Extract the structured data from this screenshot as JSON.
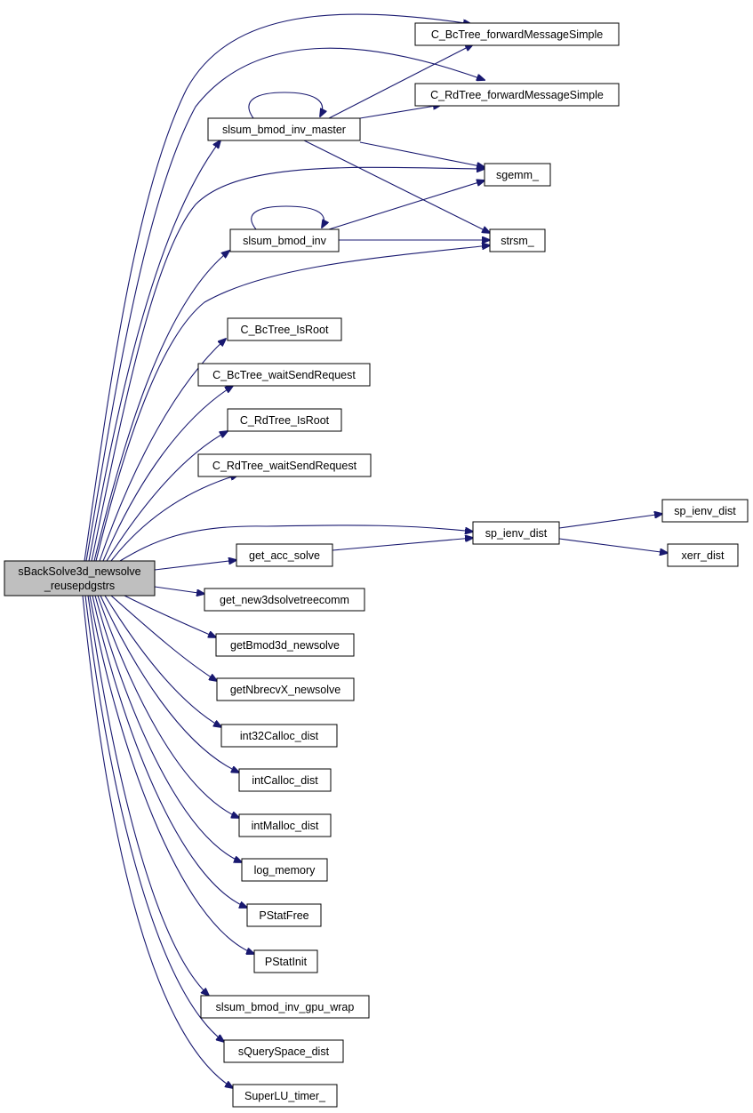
{
  "root": {
    "line1": "sBackSolve3d_newsolve",
    "line2": "_reusepdgstrs"
  },
  "nodes": {
    "C_BcTree_forwardMessageSimple": "C_BcTree_forwardMessageSimple",
    "C_RdTree_forwardMessageSimple": "C_RdTree_forwardMessageSimple",
    "slsum_bmod_inv_master": "slsum_bmod_inv_master",
    "sgemm_": "sgemm_",
    "slsum_bmod_inv": "slsum_bmod_inv",
    "strsm_": "strsm_",
    "C_BcTree_IsRoot": "C_BcTree_IsRoot",
    "C_BcTree_waitSendRequest": "C_BcTree_waitSendRequest",
    "C_RdTree_IsRoot": "C_RdTree_IsRoot",
    "C_RdTree_waitSendRequest": "C_RdTree_waitSendRequest",
    "sp_ienv_dist_mid": "sp_ienv_dist",
    "sp_ienv_dist_right": "sp_ienv_dist",
    "xerr_dist": "xerr_dist",
    "get_acc_solve": "get_acc_solve",
    "get_new3dsolvetreecomm": "get_new3dsolvetreecomm",
    "getBmod3d_newsolve": "getBmod3d_newsolve",
    "getNbrecvX_newsolve": "getNbrecvX_newsolve",
    "int32Calloc_dist": "int32Calloc_dist",
    "intCalloc_dist": "intCalloc_dist",
    "intMalloc_dist": "intMalloc_dist",
    "log_memory": "log_memory",
    "PStatFree": "PStatFree",
    "PStatInit": "PStatInit",
    "slsum_bmod_inv_gpu_wrap": "slsum_bmod_inv_gpu_wrap",
    "sQuerySpace_dist": "sQuerySpace_dist",
    "SuperLU_timer_": "SuperLU_timer_"
  },
  "edges": [
    [
      "root",
      "C_BcTree_forwardMessageSimple"
    ],
    [
      "root",
      "C_RdTree_forwardMessageSimple"
    ],
    [
      "root",
      "slsum_bmod_inv_master"
    ],
    [
      "root",
      "sgemm_"
    ],
    [
      "root",
      "slsum_bmod_inv"
    ],
    [
      "root",
      "strsm_"
    ],
    [
      "root",
      "C_BcTree_IsRoot"
    ],
    [
      "root",
      "C_BcTree_waitSendRequest"
    ],
    [
      "root",
      "C_RdTree_IsRoot"
    ],
    [
      "root",
      "C_RdTree_waitSendRequest"
    ],
    [
      "root",
      "sp_ienv_dist_mid"
    ],
    [
      "root",
      "get_acc_solve"
    ],
    [
      "root",
      "get_new3dsolvetreecomm"
    ],
    [
      "root",
      "getBmod3d_newsolve"
    ],
    [
      "root",
      "getNbrecvX_newsolve"
    ],
    [
      "root",
      "int32Calloc_dist"
    ],
    [
      "root",
      "intCalloc_dist"
    ],
    [
      "root",
      "intMalloc_dist"
    ],
    [
      "root",
      "log_memory"
    ],
    [
      "root",
      "PStatFree"
    ],
    [
      "root",
      "PStatInit"
    ],
    [
      "root",
      "slsum_bmod_inv_gpu_wrap"
    ],
    [
      "root",
      "sQuerySpace_dist"
    ],
    [
      "root",
      "SuperLU_timer_"
    ],
    [
      "slsum_bmod_inv_master",
      "C_BcTree_forwardMessageSimple"
    ],
    [
      "slsum_bmod_inv_master",
      "C_RdTree_forwardMessageSimple"
    ],
    [
      "slsum_bmod_inv_master",
      "sgemm_"
    ],
    [
      "slsum_bmod_inv_master",
      "strsm_"
    ],
    [
      "slsum_bmod_inv_master",
      "slsum_bmod_inv_master"
    ],
    [
      "slsum_bmod_inv",
      "sgemm_"
    ],
    [
      "slsum_bmod_inv",
      "strsm_"
    ],
    [
      "slsum_bmod_inv",
      "slsum_bmod_inv"
    ],
    [
      "get_acc_solve",
      "sp_ienv_dist_mid"
    ],
    [
      "sp_ienv_dist_mid",
      "sp_ienv_dist_right"
    ],
    [
      "sp_ienv_dist_mid",
      "xerr_dist"
    ]
  ]
}
